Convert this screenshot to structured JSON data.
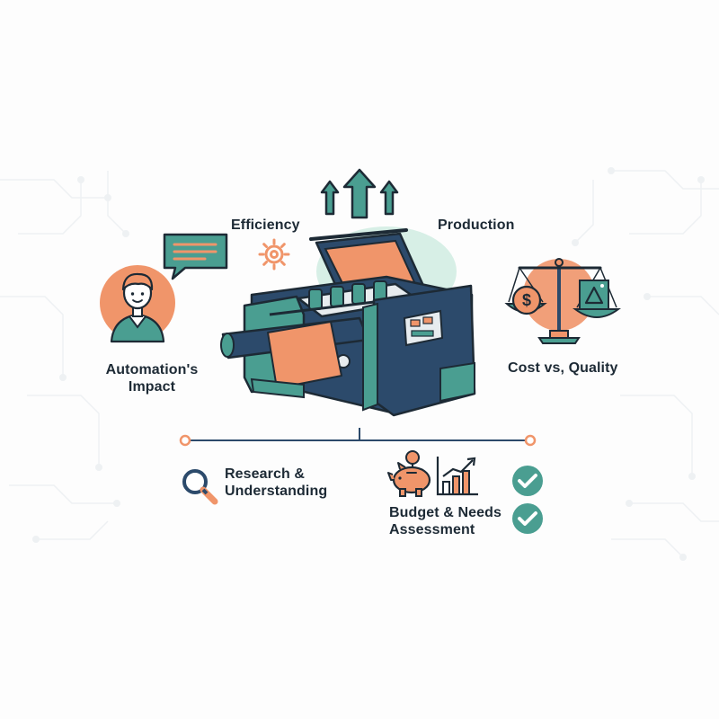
{
  "labels": {
    "efficiency": "Efficiency",
    "production": "Production",
    "automation_line1": "Automation's",
    "automation_line2": "Impact",
    "cost_quality": "Cost vs, Quality",
    "research_line1": "Research &",
    "research_line2": "Understanding",
    "budget_line1": "Budget & Needs",
    "budget_line2": "Assessment"
  },
  "icons": [
    "up-arrows-icon",
    "gear-icon",
    "person-icon",
    "speech-bubble-icon",
    "balance-scale-icon",
    "dollar-icon",
    "quality-triangle-icon",
    "magnifying-glass-icon",
    "piggy-bank-icon",
    "bar-chart-icon",
    "check-icon"
  ],
  "colors": {
    "teal": "#4a9e91",
    "orange": "#f0956a",
    "navy": "#2c4a6b",
    "dark": "#1d2a35",
    "mint": "#d7efe6",
    "timeline": "#2c4a6b"
  }
}
